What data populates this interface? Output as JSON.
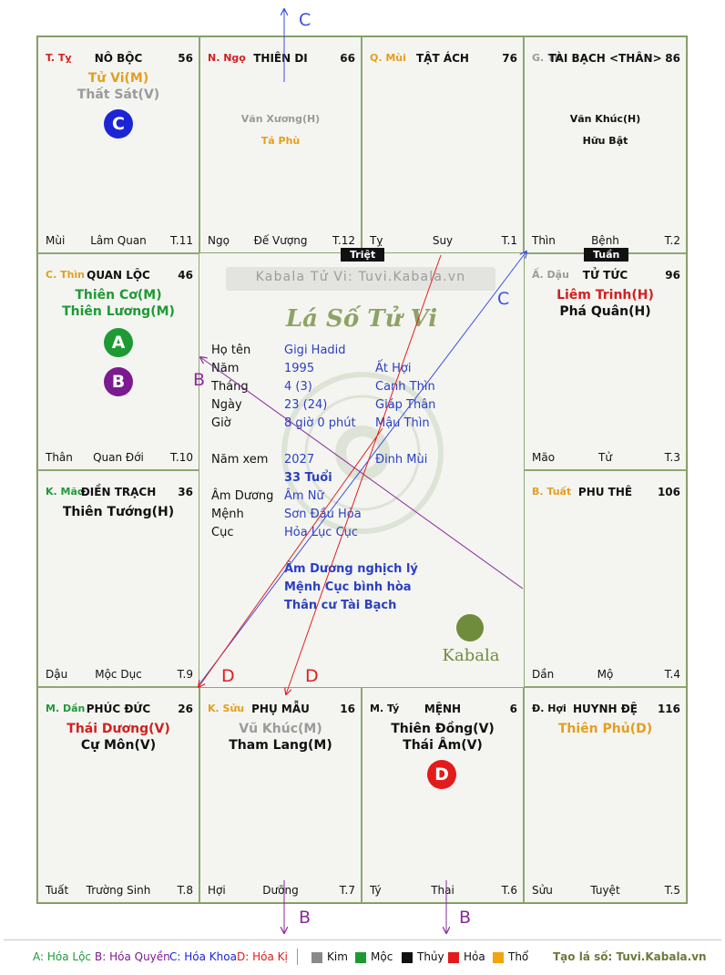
{
  "cells": {
    "ty": {
      "chi": "T. Tỵ",
      "chi_color": "#d32020",
      "palace": "NÔ BỘC",
      "num": "56",
      "stars": [
        {
          "text": "Tử Vi(M)",
          "color": "#e59e1e"
        },
        {
          "text": "Thất Sát(V)",
          "color": "#9a9a9a"
        }
      ],
      "minor": [],
      "footer": [
        "Mùi",
        "Lâm Quan",
        "T.11"
      ]
    },
    "ngo": {
      "chi": "N. Ngọ",
      "chi_color": "#d32020",
      "palace": "THIÊN DI",
      "num": "66",
      "stars": [],
      "minor": [
        {
          "text": "Văn Xương(H)",
          "color": "#9a9a9a"
        },
        {
          "text": "Tả Phù",
          "color": "#e59e1e"
        }
      ],
      "footer": [
        "Ngọ",
        "Đế Vượng",
        "T.12"
      ]
    },
    "mui": {
      "chi": "Q. Mùi",
      "chi_color": "#e59e1e",
      "palace": "TẬT ÁCH",
      "num": "76",
      "stars": [],
      "minor": [],
      "footer": [
        "Tỵ",
        "Suy",
        "T.1"
      ]
    },
    "than": {
      "chi": "G. Th",
      "chi_color": "#9a9a9a",
      "palace": "TÀI BẠCH <THÂN>",
      "num": "86",
      "stars": [],
      "minor": [
        {
          "text": "Văn Khúc(H)",
          "color": "#111111"
        },
        {
          "text": "Hữu Bật",
          "color": "#111111"
        }
      ],
      "footer": [
        "Thìn",
        "Bệnh",
        "T.2"
      ]
    },
    "thin": {
      "chi": "C. Thìn",
      "chi_color": "#e59e1e",
      "palace": "QUAN LỘC",
      "num": "46",
      "stars": [
        {
          "text": "Thiên Cơ(M)",
          "color": "#1e9a35"
        },
        {
          "text": "Thiên Lương(M)",
          "color": "#1e9a35"
        }
      ],
      "minor": [],
      "footer": [
        "Thân",
        "Quan Đới",
        "T.10"
      ]
    },
    "dau": {
      "chi": "Ấ. Dậu",
      "chi_color": "#9a9a9a",
      "palace": "TỬ TỨC",
      "num": "96",
      "stars": [
        {
          "text": "Liêm Trinh(H)",
          "color": "#d32020"
        },
        {
          "text": "Phá Quân(H)",
          "color": "#111111"
        }
      ],
      "minor": [],
      "footer": [
        "Mão",
        "Tử",
        "T.3"
      ]
    },
    "mao": {
      "chi": "K. Mão",
      "chi_color": "#1e9a35",
      "palace": "ĐIỀN TRẠCH",
      "num": "36",
      "stars": [
        {
          "text": "Thiên Tướng(H)",
          "color": "#111111"
        }
      ],
      "minor": [],
      "footer": [
        "Dậu",
        "Mộc Dục",
        "T.9"
      ]
    },
    "tuat": {
      "chi": "B. Tuất",
      "chi_color": "#e59e1e",
      "palace": "PHU THÊ",
      "num": "106",
      "stars": [],
      "minor": [],
      "footer": [
        "Dần",
        "Mộ",
        "T.4"
      ]
    },
    "dan": {
      "chi": "M. Dần",
      "chi_color": "#1e9a35",
      "palace": "PHÚC ĐỨC",
      "num": "26",
      "stars": [
        {
          "text": "Thái Dương(V)",
          "color": "#d32020"
        },
        {
          "text": "Cự Môn(V)",
          "color": "#111111"
        }
      ],
      "minor": [],
      "footer": [
        "Tuất",
        "Trường Sinh",
        "T.8"
      ]
    },
    "suu": {
      "chi": "K. Sửu",
      "chi_color": "#e59e1e",
      "palace": "PHỤ MẪU",
      "num": "16",
      "stars": [
        {
          "text": "Vũ Khúc(M)",
          "color": "#9a9a9a"
        },
        {
          "text": "Tham Lang(M)",
          "color": "#111111"
        }
      ],
      "minor": [],
      "footer": [
        "Hợi",
        "Dưỡng",
        "T.7"
      ]
    },
    "ti": {
      "chi": "M. Tý",
      "chi_color": "#111111",
      "palace": "MỆNH",
      "num": "6",
      "stars": [
        {
          "text": "Thiên Đồng(V)",
          "color": "#111111"
        },
        {
          "text": "Thái Âm(V)",
          "color": "#111111"
        }
      ],
      "minor": [],
      "footer": [
        "Tý",
        "Thai",
        "T.6"
      ]
    },
    "hoi": {
      "chi": "Đ. Hợi",
      "chi_color": "#111111",
      "palace": "HUYNH ĐỆ",
      "num": "116",
      "stars": [
        {
          "text": "Thiên Phủ(D)",
          "color": "#e59e1e"
        }
      ],
      "minor": [],
      "footer": [
        "Sửu",
        "Tuyệt",
        "T.5"
      ]
    }
  },
  "badges": {
    "c": "C",
    "a": "A",
    "b": "B",
    "d": "D"
  },
  "tags": {
    "triet": "Triệt",
    "tuan": "Tuần"
  },
  "center": {
    "watermark": "Kabala Tử Vi: Tuvi.Kabala.vn",
    "heading": "Lá Số Tử Vi",
    "rows": [
      {
        "label": "Họ tên",
        "v1": "Gigi Hadid",
        "v2": ""
      },
      {
        "label": "Năm",
        "v1": "1995",
        "v2": "Ất Hợi"
      },
      {
        "label": "Tháng",
        "v1": "4  (3)",
        "v2": "Canh Thìn"
      },
      {
        "label": "Ngày",
        "v1": "23  (24)",
        "v2": "Giáp Thân"
      },
      {
        "label": "Giờ",
        "v1": "8 giờ 0 phút",
        "v2": "Mậu Thìn"
      },
      {
        "label": "Năm xem",
        "v1": "2027",
        "v2": "Đinh Mùi"
      },
      {
        "label": "",
        "v1": "33 Tuổi",
        "v2": ""
      },
      {
        "label": "Âm Dương",
        "v1": "Âm Nữ",
        "v2": ""
      },
      {
        "label": "Mệnh",
        "v1": "Sơn Đầu Hỏa",
        "v2": ""
      },
      {
        "label": "Cục",
        "v1": "Hỏa Lục Cục",
        "v2": ""
      }
    ],
    "notes": [
      "Âm Dương nghịch lý",
      "Mệnh Cục bình hòa",
      "Thân cư Tài Bạch"
    ],
    "logo_text": "Kabala"
  },
  "arrow_labels": {
    "top_c": "C",
    "right_c": "C",
    "left_b": "B",
    "d1": "D",
    "d2": "D",
    "bottom_b1": "B",
    "bottom_b2": "B"
  },
  "legend": {
    "a": "A: Hóa Lộc",
    "b": "B: Hóa Quyền",
    "c": "C: Hóa Khoa",
    "d": "D: Hóa Kị",
    "kim": "Kim",
    "moc": "Mộc",
    "thuy": "Thủy",
    "hoa": "Hỏa",
    "tho": "Thổ",
    "site": "Tạo lá số: Tuvi.Kabala.vn"
  },
  "colors": {
    "green": "#1e9a35",
    "purple": "#7c1a91",
    "blue": "#1c25d6",
    "red": "#e31b1b",
    "gray": "#8a8a8a",
    "black": "#111111",
    "orange": "#f2a40d",
    "arrow_blue": "#3a4ee0",
    "arrow_purple": "#8a2a9a",
    "arrow_red": "#e02020"
  }
}
